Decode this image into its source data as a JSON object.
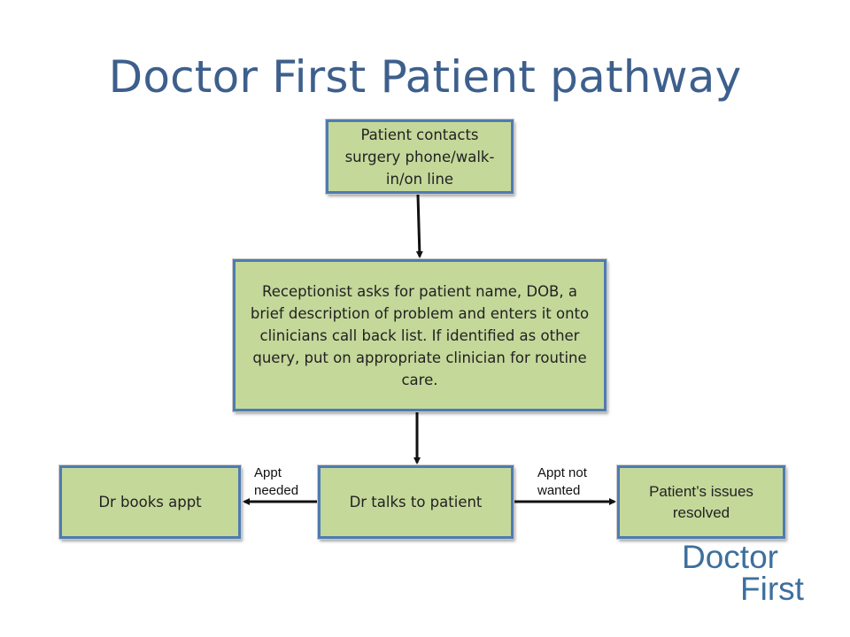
{
  "slide": {
    "title": "Doctor First Patient pathway"
  },
  "diagram": {
    "nodes": {
      "contact": "Patient  contacts surgery phone/walk-in/on line",
      "reception": "Receptionist asks for  patient name, DOB, a brief description of problem and enters it onto clinicians call back list. If identified as other query, put on appropriate clinician for routine care.",
      "talk": "Dr  talks to patient",
      "books": "Dr  books appt",
      "resolved": "Patient’s issues resolved"
    },
    "edges": {
      "needed": "Appt needed",
      "not_wanted": "Appt not wanted"
    }
  },
  "logo": {
    "line1": "Doctor",
    "line2": "First"
  },
  "colors": {
    "title": "#3d5f8c",
    "box_fill": "#c4d89a",
    "box_border": "#4f7bb0",
    "logo": "#3d6f9d"
  }
}
